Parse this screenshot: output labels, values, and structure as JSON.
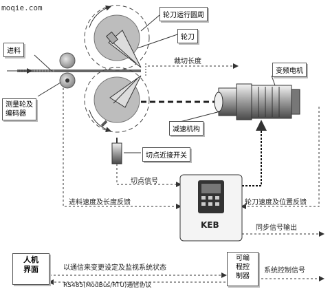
{
  "watermark": "moqie.com",
  "labels": {
    "blade_path": "轮刀运行圆周",
    "blade": "轮刀",
    "feed": "进料",
    "cut_length": "裁切长度",
    "servo_motor": "变频电机",
    "measure_wheel": "测量轮及\n编码器",
    "reducer": "减速机构",
    "proximity_switch": "切点近接开关",
    "cut_signal": "切点信号",
    "feed_feedback": "进料速度及长度反馈",
    "blade_feedback": "轮刀速度及位置反馈",
    "drive_brand": "KEB",
    "sync_output": "同步信号输出",
    "hmi": "人机\n界面",
    "hmi_comm": "以通信来变更设定及监视系统状态",
    "protocol": "RS485(ModBus/RTU)通信协议",
    "plc": "可编\n程控\n制器",
    "system_signal": "系统控制信号"
  }
}
